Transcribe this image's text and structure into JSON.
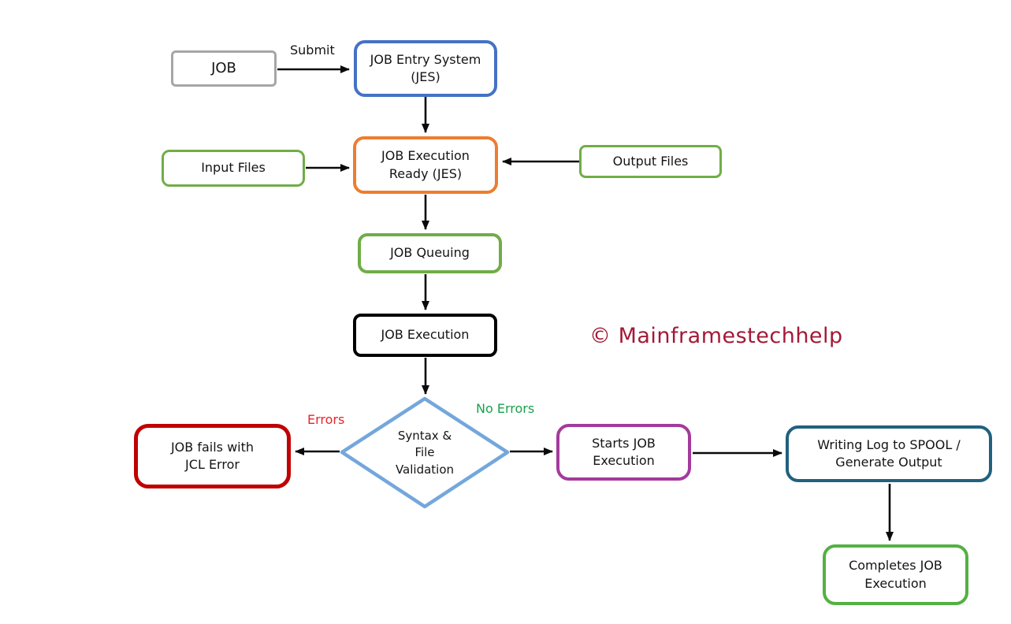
{
  "diagram": {
    "copyright": "© Mainframestechhelp",
    "nodes": {
      "job": {
        "label": "JOB",
        "border_color": "#A6A6A6"
      },
      "jes": {
        "label": [
          "JOB Entry System",
          "(JES)"
        ],
        "border_color": "#4472C4"
      },
      "input_files": {
        "label": "Input Files",
        "border_color": "#70AD47"
      },
      "execution_ready": {
        "label": [
          "JOB Execution",
          "Ready (JES)"
        ],
        "border_color": "#ED7D31"
      },
      "output_files": {
        "label": "Output Files",
        "border_color": "#70AD47"
      },
      "job_queuing": {
        "label": "JOB Queuing",
        "border_color": "#70AD47"
      },
      "job_execution": {
        "label": "JOB Execution",
        "border_color": "#000000"
      },
      "validation": {
        "label": [
          "Syntax &",
          "File",
          "Validation"
        ],
        "shape": "diamond",
        "border_color": "#74A7DB"
      },
      "job_fails": {
        "label": [
          "JOB fails with",
          "JCL Error"
        ],
        "border_color": "#C00000"
      },
      "starts_execution": {
        "label": [
          "Starts JOB",
          "Execution"
        ],
        "border_color": "#A43A9C"
      },
      "writing_log": {
        "label": [
          "Writing Log to SPOOL /",
          "Generate Output"
        ],
        "border_color": "#20617F"
      },
      "completes_execution": {
        "label": [
          "Completes JOB",
          "Execution"
        ],
        "border_color": "#53B043"
      }
    },
    "edge_labels": {
      "submit": "Submit",
      "errors": "Errors",
      "no_errors": "No Errors"
    },
    "colors": {
      "arrow": "#0A0A0A",
      "errors_text": "#E8242B",
      "no_errors_text": "#18A24B",
      "copyright_text": "#A31936",
      "background": "#FFFFFF"
    }
  }
}
